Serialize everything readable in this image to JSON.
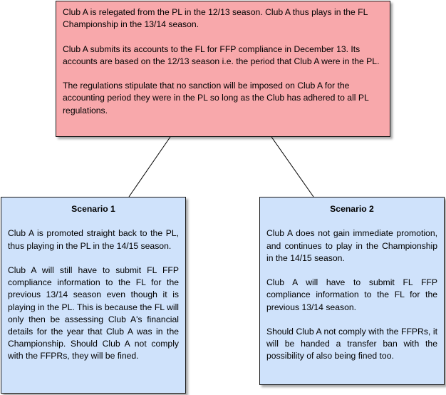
{
  "top_box": {
    "paragraphs": [
      "Club A is relegated from the PL in the 12/13 season. Club A thus plays in the FL Championship in the 13/14 season.",
      "Club A submits its accounts to the FL for FFP compliance in December 13. Its accounts are based on the 12/13 season i.e. the period that Club A were in the PL.",
      "The regulations stipulate that no sanction will be imposed on Club A for the accounting period they were in the PL so long as the Club has adhered to all PL regulations."
    ]
  },
  "scenario_1": {
    "title": "Scenario 1",
    "paragraphs": [
      "Club A is promoted straight back to the PL, thus playing in the PL in the 14/15 season.",
      "Club A will still have to submit FL FFP compliance information to the FL for the previous 13/14 season even though it is playing in the PL. This is because the FL will only then be assessing Club A's financial details for the year that Club A was in the Championship. Should Club A not comply with the FFPRs, they will be fined."
    ]
  },
  "scenario_2": {
    "title": "Scenario 2",
    "paragraphs": [
      "Club A does not gain immediate promotion, and continues to play in the Championship in the 14/15 season.",
      "Club A will have to submit FL FFP compliance information to the FL for the previous 13/14 season.",
      "Should Club A not comply with the FFPRs, it will be handed a transfer ban with the possibility of also being fined too."
    ]
  },
  "colors": {
    "top_box_fill": "#f8a8ab",
    "scenario_fill": "#cfe2fb",
    "border": "#1a1a1a"
  }
}
